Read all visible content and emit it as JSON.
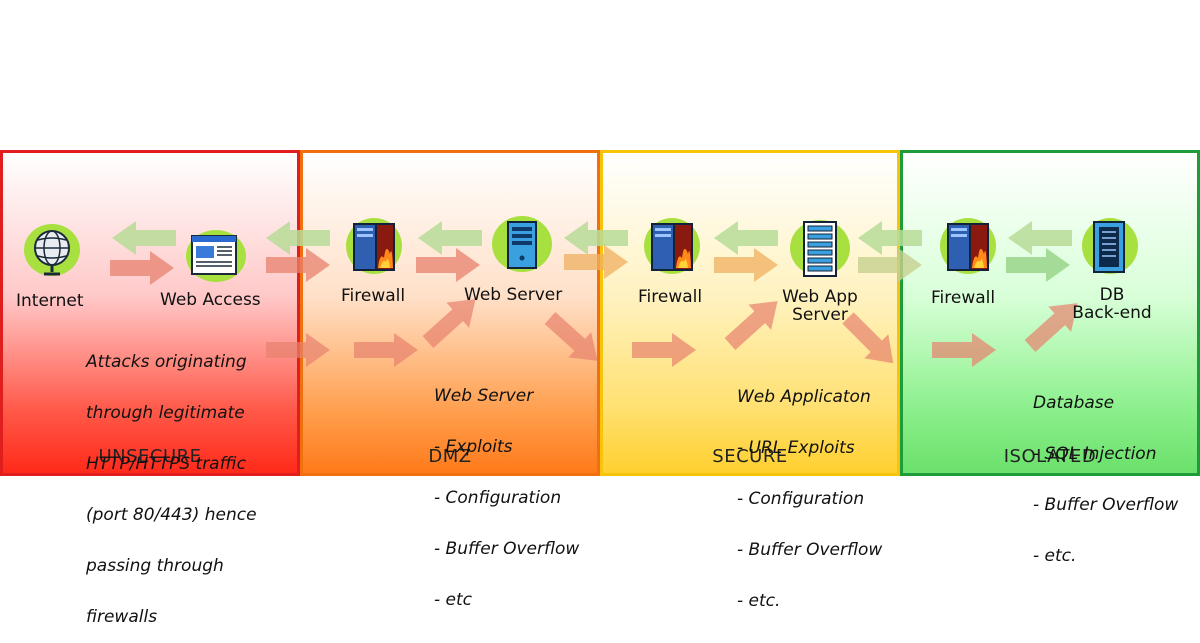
{
  "zones": {
    "unsecure": "UNSECURE",
    "dmz": "DMZ",
    "secure": "SECURE",
    "isolated": "ISOLATED"
  },
  "nodes": {
    "internet": "Internet",
    "web_access": "Web Access",
    "firewall_1": "Firewall",
    "web_server": "Web Server",
    "firewall_2": "Firewall",
    "web_app_server_line1": "Web App",
    "web_app_server_line2": "Server",
    "firewall_3": "Firewall",
    "db_line1": "DB",
    "db_line2": "Back-end"
  },
  "notes": {
    "unsecure": [
      "Attacks originating",
      "through legitimate",
      "HTTP/HTTPS traffic",
      "(port 80/443) hence",
      "passing through",
      "firewalls"
    ],
    "dmz": [
      "Web Server",
      "- Exploits",
      "- Configuration",
      "- Buffer Overflow",
      "- etc"
    ],
    "secure": [
      "Web Applicaton",
      "- URL Exploits",
      "- Configuration",
      "- Buffer Overflow",
      "- etc."
    ],
    "isolated": [
      "Database",
      "- SQL Injection",
      "- Buffer Overflow",
      "- etc."
    ]
  },
  "colors": {
    "unsecure": "#e01e1e",
    "dmz": "#f07010",
    "secure": "#f6c40a",
    "isolated": "#1e9c3a",
    "arrow_request": "#e8826e",
    "arrow_response": "#b8dc98"
  },
  "icons": {
    "internet": "globe-icon",
    "web_access": "browser-window-icon",
    "firewall": "firewall-server-icon",
    "web_server": "server-tower-icon",
    "web_app_server": "server-rack-icon",
    "db": "database-server-icon"
  }
}
